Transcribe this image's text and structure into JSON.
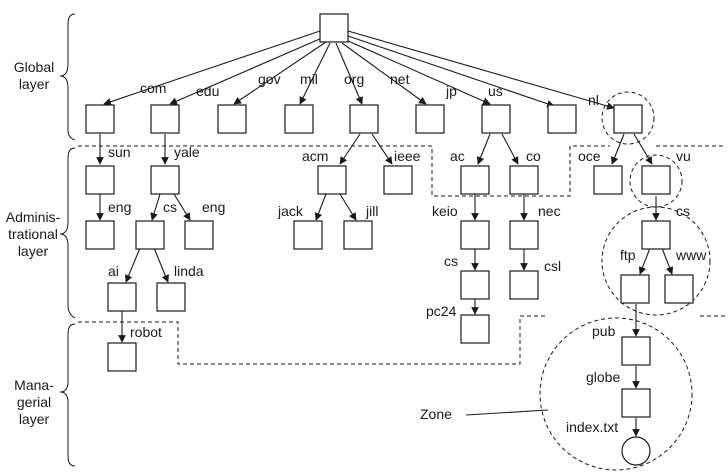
{
  "layers": {
    "global": [
      "Global",
      "layer"
    ],
    "administrational": [
      "Adminis-",
      "trational",
      "layer"
    ],
    "managerial": [
      "Mana-",
      "gerial",
      "layer"
    ]
  },
  "labels": {
    "com": "com",
    "edu": "edu",
    "gov": "gov",
    "mil": "mil",
    "org": "org",
    "net": "net",
    "jp": "jp",
    "us": "us",
    "nl": "nl",
    "sun": "sun",
    "yale": "yale",
    "acm": "acm",
    "ieee": "ieee",
    "ac": "ac",
    "co": "co",
    "oce": "oce",
    "vu": "vu",
    "sun_eng": "eng",
    "yale_cs": "cs",
    "yale_eng": "eng",
    "jack": "jack",
    "jill": "jill",
    "keio": "keio",
    "nec": "nec",
    "vu_cs": "cs",
    "ai": "ai",
    "linda": "linda",
    "keio_cs": "cs",
    "csl": "csl",
    "ftp": "ftp",
    "www": "www",
    "robot": "robot",
    "pc24": "pc24",
    "pub": "pub",
    "globe": "globe",
    "index": "index.txt"
  },
  "zone_label": "Zone"
}
